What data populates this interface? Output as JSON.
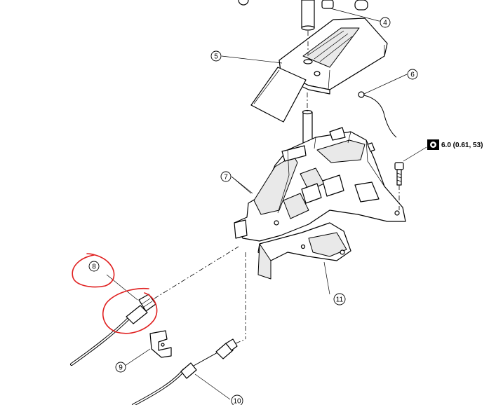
{
  "diagram": {
    "callouts": [
      {
        "id": "c4",
        "label": "4"
      },
      {
        "id": "c5",
        "label": "5"
      },
      {
        "id": "c6",
        "label": "6"
      },
      {
        "id": "c7",
        "label": "7"
      },
      {
        "id": "c8",
        "label": "8"
      },
      {
        "id": "c9",
        "label": "9"
      },
      {
        "id": "c10",
        "label": "10"
      },
      {
        "id": "c11",
        "label": "11"
      }
    ],
    "torque_spec": "6.0 (0.61, 53)",
    "torque_icon": "torque-wrench-icon",
    "annotation_color": "#e02020"
  }
}
